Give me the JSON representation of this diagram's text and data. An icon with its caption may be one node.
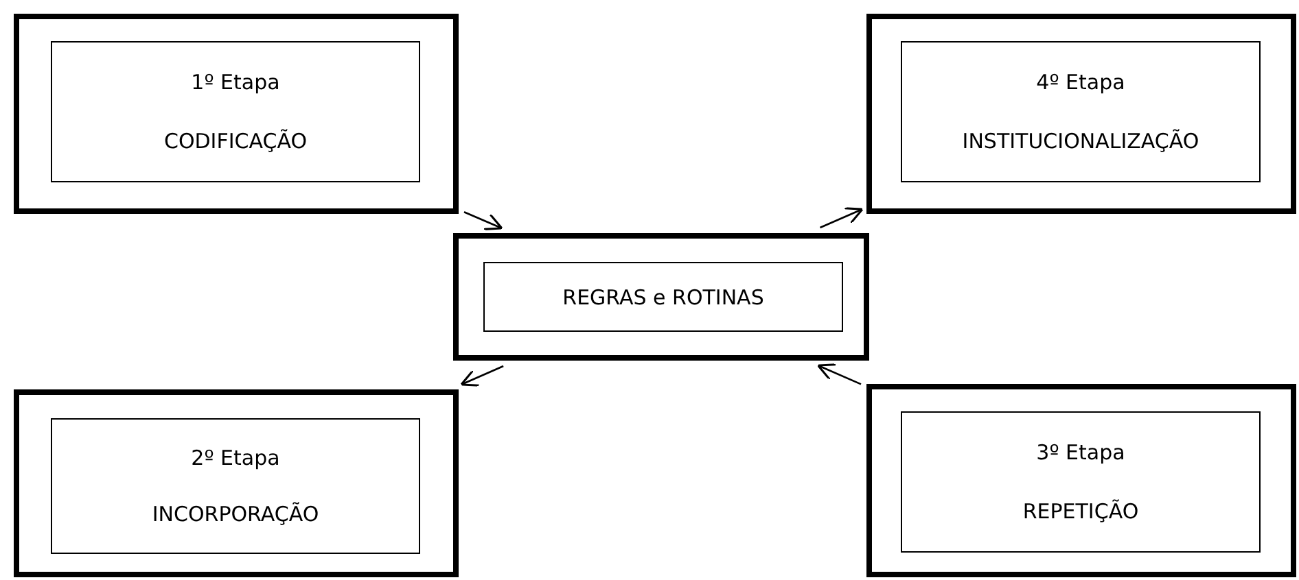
{
  "diagram": {
    "nodes": [
      {
        "text": [],
        "shape": "box"
      },
      {
        "text": [
          "1º Etapa",
          "CODIFICAÇÃO"
        ],
        "in": 0
      },
      {
        "text": [],
        "shape": "box"
      },
      {
        "text": [
          "4º Etapa",
          "INSTITUCIONALIZAÇÃO"
        ],
        "in": 2
      },
      {
        "text": [],
        "shape": "box"
      },
      {
        "text": [
          "REGRAS e ROTINAS"
        ],
        "in": 4
      },
      {
        "text": [],
        "shape": "box"
      },
      {
        "text": [
          "2º Etapa",
          "INCORPORAÇÃO"
        ],
        "in": 6
      },
      {
        "text": [],
        "shape": "box"
      },
      {
        "text": [
          "3º Etapa",
          "REPETIÇÃO"
        ],
        "in": 8
      }
    ],
    "edges": [
      {
        "from": 0,
        "to": 4,
        "arrow": "to"
      },
      {
        "from": 4,
        "to": 2,
        "arrow": "to"
      },
      {
        "from": 4,
        "to": 6,
        "arrow": "to"
      },
      {
        "from": 8,
        "to": 4,
        "arrow": "to"
      }
    ]
  }
}
